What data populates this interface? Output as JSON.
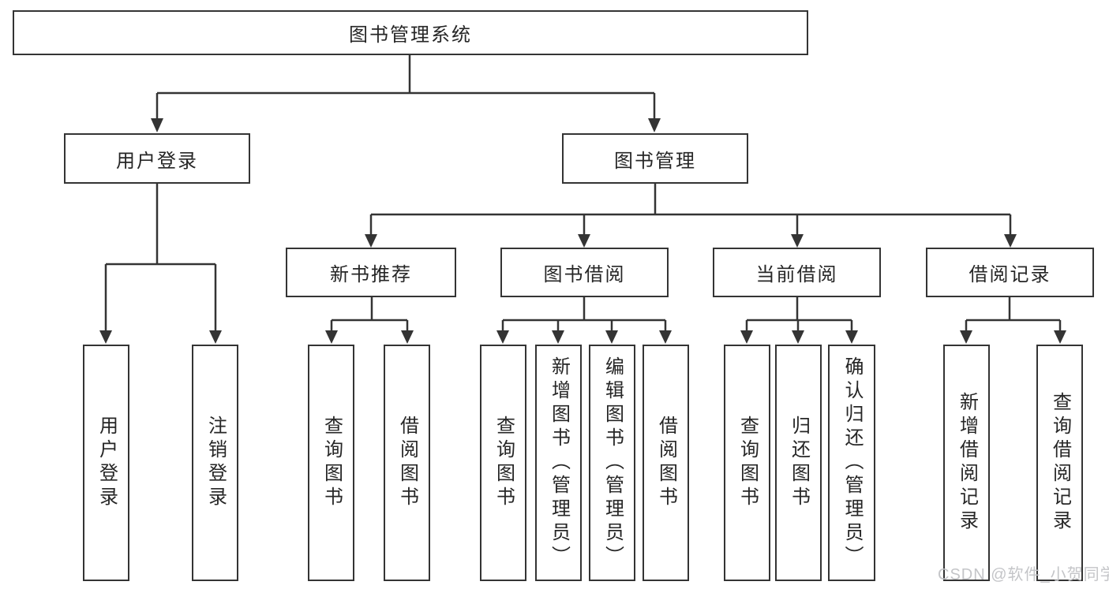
{
  "tree": {
    "root": {
      "label": "图书管理系统"
    },
    "branches": [
      {
        "label": "用户登录",
        "children": [
          {
            "label": "用户登录"
          },
          {
            "label": "注销登录"
          }
        ]
      },
      {
        "label": "图书管理",
        "children": [
          {
            "label": "新书推荐",
            "children": [
              {
                "label": "查询图书"
              },
              {
                "label": "借阅图书"
              }
            ]
          },
          {
            "label": "图书借阅",
            "children": [
              {
                "label": "查询图书"
              },
              {
                "label": "新增图书（管理员）"
              },
              {
                "label": "编辑图书（管理员）"
              },
              {
                "label": "借阅图书"
              }
            ]
          },
          {
            "label": "当前借阅",
            "children": [
              {
                "label": "查询图书"
              },
              {
                "label": "归还图书"
              },
              {
                "label": "确认归还（管理员）"
              }
            ]
          },
          {
            "label": "借阅记录",
            "children": [
              {
                "label": "新增借阅记录"
              },
              {
                "label": "查询借阅记录"
              }
            ]
          }
        ]
      }
    ]
  },
  "watermark": {
    "text": "CSDN @软件_小贺同学"
  },
  "colors": {
    "background": "#ffffff",
    "line": "#343434",
    "box_border": "#343434",
    "text": "#262626",
    "watermark": "#c4c5c8"
  }
}
